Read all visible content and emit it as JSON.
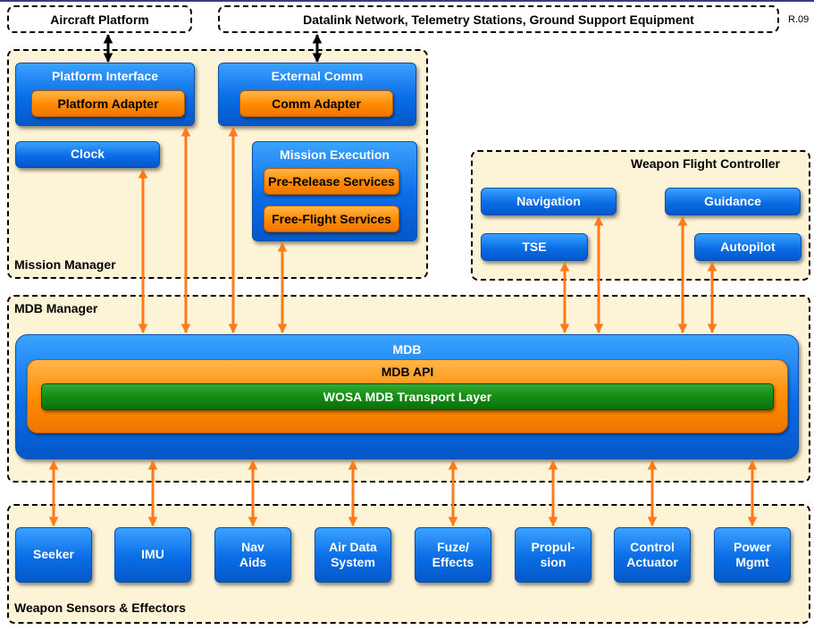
{
  "external": {
    "aircraft": "Aircraft Platform",
    "datalink": "Datalink Network, Telemetry Stations, Ground Support Equipment",
    "revision": "R.09"
  },
  "mission_manager": {
    "label": "Mission Manager",
    "platform_interface": "Platform Interface",
    "platform_adapter": "Platform Adapter",
    "external_comm": "External Comm",
    "comm_adapter": "Comm Adapter",
    "clock": "Clock",
    "mission_execution": "Mission Execution",
    "pre_release": "Pre-Release Services",
    "free_flight": "Free-Flight Services"
  },
  "flight_controller": {
    "label": "Weapon Flight Controller",
    "navigation": "Navigation",
    "guidance": "Guidance",
    "tse": "TSE",
    "autopilot": "Autopilot"
  },
  "mdb_manager": {
    "label": "MDB Manager",
    "mdb": "MDB",
    "mdb_api": "MDB API",
    "transport": "WOSA MDB Transport Layer"
  },
  "sensors": {
    "label": "Weapon Sensors & Effectors",
    "items": [
      {
        "line1": "Seeker",
        "line2": ""
      },
      {
        "line1": "IMU",
        "line2": ""
      },
      {
        "line1": "Nav",
        "line2": "Aids"
      },
      {
        "line1": "Air Data",
        "line2": "System"
      },
      {
        "line1": "Fuze/",
        "line2": "Effects"
      },
      {
        "line1": "Propul-",
        "line2": "sion"
      },
      {
        "line1": "Control",
        "line2": "Actuator"
      },
      {
        "line1": "Power",
        "line2": "Mgmt"
      }
    ]
  },
  "colors": {
    "region_fill": "#fdf3d6",
    "blue": "#0a6de6",
    "orange": "#ff8a00",
    "green": "#128a12",
    "arrow_orange": "#ff7a1a",
    "arrow_black": "#000000"
  }
}
